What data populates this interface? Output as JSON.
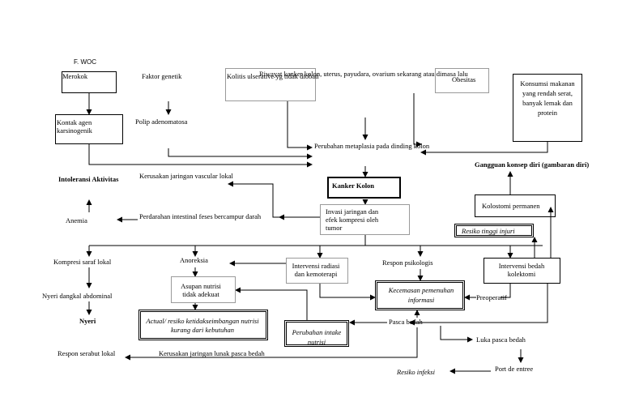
{
  "title": "F.  WOC",
  "nodes": {
    "merokok": "Merokok",
    "faktor_genetik": "Faktor genetik",
    "kolitis": "Kolitis ulserative yg tidak diobati",
    "riwayat": "Riwayat kanker kolon, uterus, payudara, ovarium sekarang atau dimasa lalu",
    "obesitas": "Obesitas",
    "konsumsi": "Konsumsi makanan yang rendah serat, banyak lemak dan protein",
    "kontak_agen": "Kontak agen karsinogenik",
    "polip": "Polip adenomatosa",
    "perubahan_metaplasia": "Perubahan metaplasia pada dinding kolon",
    "gangguan_konsep_diri": "Gangguan konsep diri (gambaran diri)",
    "intoleransi": "Intoleransi Aktivitas",
    "kerusakan_vascular": "Kerusakan jaringan vascular lokal",
    "kanker_kolon": "Kanker Kolon",
    "kolostomi_permanen": "Kolostomi permanen",
    "anemia": "Anemia",
    "perdarahan": "Perdarahan intestinal feses bercampur darah",
    "invasi": "Invasi jaringan dan efek kompresi oleh tumor",
    "resiko_injuri": "Resiko tinggi injuri",
    "kompresi_saraf": "Kompresi saraf lokal",
    "anoreksia": "Anoreksia",
    "intervensi_radiasi": "Intervensi radiasi dan kemoterapi",
    "respon_psikologis": "Respon psikologis",
    "intervensi_bedah": "Intervensi bedah kolektomi",
    "nyeri_dangkal": "Nyeri dangkal abdominal",
    "asupan_nutrisi": "Asupan nutrisi tidak adekuat",
    "kecemasan": "Kecemasan pemenuhan informasi",
    "preoperatif": "Preoperatif",
    "nyeri": "Nyeri",
    "actual_resiko": "Actual/ resiko ketidakseimbangan nutrisi kurang dari kebutuhan",
    "perubahan_intake": "Perubahan intake nutrisi",
    "pasca_bedah": "Pasca bedah",
    "respon_serabut": "Respon serabut lokal",
    "kerusakan_kulit": "Kerusakan jaringan lunak pasca bedah",
    "luka_pasca_bedah": "Luka pasca bedah",
    "port_de_entree": "Port de entree",
    "resiko_infeksi": "Resiko infeksi"
  }
}
